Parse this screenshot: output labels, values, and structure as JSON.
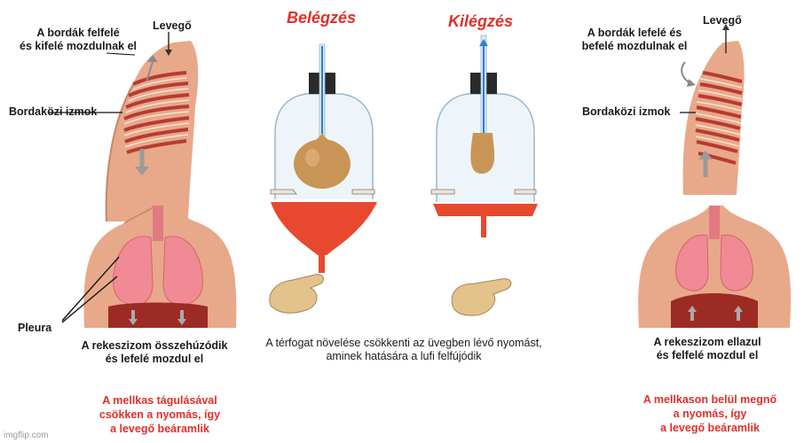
{
  "titles": {
    "inhale": "Belégzés",
    "exhale": "Kilégzés"
  },
  "left": {
    "ribs_label_line1": "A bordák felfelé",
    "ribs_label_line2": "és kifelé mozdulnak el",
    "air_label": "Levegő",
    "intercostal_label": "Bordaközi izmok",
    "pleura_label": "Pleura",
    "diaphragm_line1": "A rekeszizom összehúzódik",
    "diaphragm_line2": "és lefelé mozdul el",
    "conclusion_line1": "A mellkas tágulásával",
    "conclusion_line2": "csökken a nyomás, így",
    "conclusion_line3": "a levegő beáramlik"
  },
  "right": {
    "ribs_label_line1": "A bordák lefelé és",
    "ribs_label_line2": "befelé mozdulnak el",
    "air_label": "Levegő",
    "intercostal_label": "Bordaközi izmok",
    "diaphragm_line1": "A rekeszizom ellazul",
    "diaphragm_line2": "és felfelé mozdul el",
    "conclusion_line1": "A mellkason belül megnő",
    "conclusion_line2": "a nyomás, így",
    "conclusion_line3": "a levegő beáramlik"
  },
  "center": {
    "caption_line1": "A térfogat növelése csökkenti az üvegben lévő nyomást,",
    "caption_line2": "aminek hatására a lufi felfújódik"
  },
  "watermark": "imgflip.com",
  "colors": {
    "title_red": "#e0302a",
    "arrow_blue": "#2a7fd4",
    "skin": "#e7a98a",
    "lung": "#f08a94",
    "muscle": "#b93a30",
    "balloon": "#c99556",
    "funnel_red": "#e8492e"
  }
}
